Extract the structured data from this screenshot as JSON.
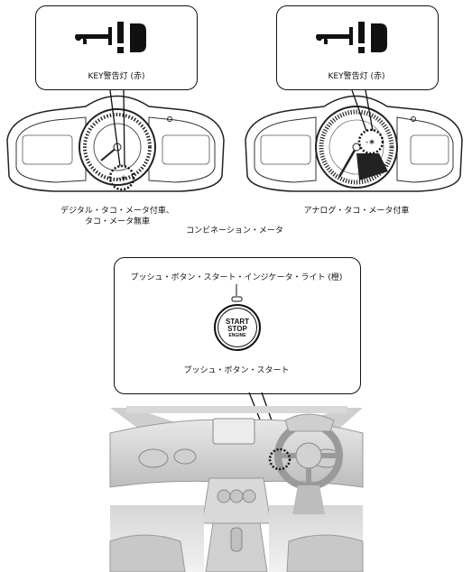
{
  "left_panel": {
    "warning_label": "KEY警告灯 (赤)",
    "caption_line1": "デジタル・タコ・メータ付車、",
    "caption_line2": "タコ・メータ無車"
  },
  "right_panel": {
    "warning_label": "KEY警告灯 (赤)",
    "caption": "アナログ・タコ・メータ付車"
  },
  "section_caption": "コンビネーション・メータ",
  "start_callout": {
    "indicator_label": "プッシュ・ボタン・スタート・インジケータ・ライト (橙)",
    "button_text_1": "START",
    "button_text_2": "STOP",
    "button_text_3": "ENGINE",
    "button_caption": "プッシュ・ボタン・スタート"
  }
}
